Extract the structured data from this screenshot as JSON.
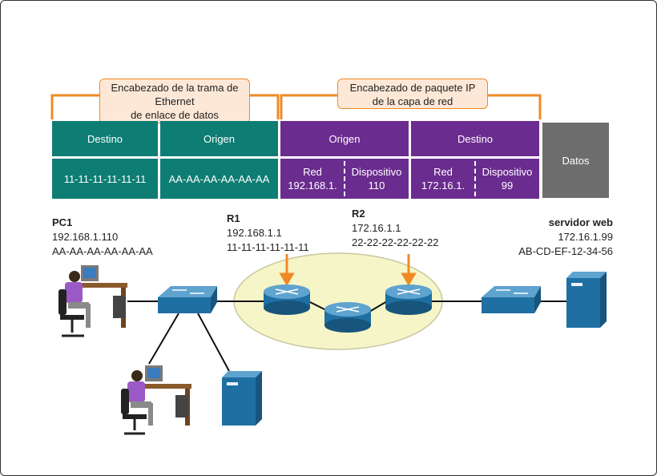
{
  "callouts": {
    "ethernet": [
      "Encabezado de la trama de",
      "Ethernet",
      "de enlace de datos"
    ],
    "ip": [
      "Encabezado de paquete IP",
      "de la capa de red"
    ]
  },
  "header": {
    "eth_dest_title": "Destino",
    "eth_dest_value": "11-11-11-11-11-11",
    "eth_src_title": "Origen",
    "eth_src_value": "AA-AA-AA-AA-AA-AA",
    "ip_src_title": "Origen",
    "ip_src_net_label": "Red",
    "ip_src_net_value": "192.168.1.",
    "ip_src_dev_label": "Dispositivo",
    "ip_src_dev_value": "110",
    "ip_dst_title": "Destino",
    "ip_dst_net_label": "Red",
    "ip_dst_net_value": "172.16.1.",
    "ip_dst_dev_label": "Dispositivo",
    "ip_dst_dev_value": "99",
    "data_label": "Datos"
  },
  "devices": {
    "pc1": {
      "name": "PC1",
      "ip": "192.168.1.110",
      "mac": "AA-AA-AA-AA-AA-AA"
    },
    "r1": {
      "name": "R1",
      "ip": "192.168.1.1",
      "mac": "11-11-11-11-11-11"
    },
    "r2": {
      "name": "R2",
      "ip": "172.16.1.1",
      "mac": "22-22-22-22-22-22"
    },
    "server": {
      "name": "servidor web",
      "ip": "172.16.1.99",
      "mac": "AB-CD-EF-12-34-56"
    }
  },
  "colors": {
    "ethernet": "#0e7d74",
    "ip": "#6a2c8f",
    "data": "#6d6d6d",
    "bracket": "#f08a24",
    "cloud": "#f6f5c8",
    "device": "#1f6fa3"
  }
}
